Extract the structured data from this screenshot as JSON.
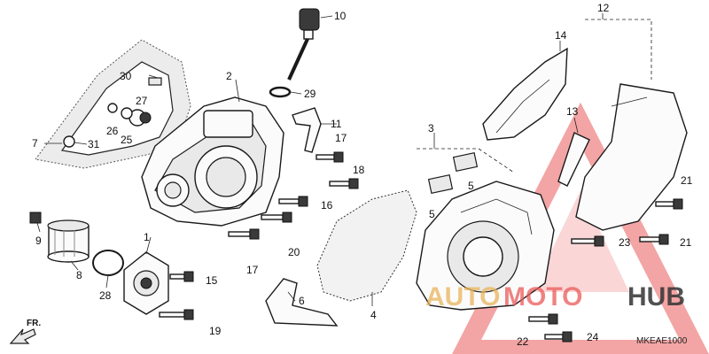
{
  "callouts": {
    "n1": "1",
    "n2": "2",
    "n3": "3",
    "n4": "4",
    "n5a": "5",
    "n5b": "5",
    "n6": "6",
    "n7": "7",
    "n8": "8",
    "n9": "9",
    "n10": "10",
    "n11": "11",
    "n12": "12",
    "n13": "13",
    "n14": "14",
    "n15": "15",
    "n16": "16",
    "n17a": "17",
    "n17b": "17",
    "n18": "18",
    "n19": "19",
    "n20": "20",
    "n21a": "21",
    "n21b": "21",
    "n22": "22",
    "n23": "23",
    "n24": "24",
    "n25": "25",
    "n26": "26",
    "n27": "27",
    "n28": "28",
    "n29": "29",
    "n30": "30",
    "n31": "31"
  },
  "direction_label": "FR.",
  "diagram_code": "MKEAE1000",
  "watermark": {
    "part1": "AUTO",
    "part2": "MOTO",
    "part3": "HUB"
  },
  "colors": {
    "watermark_red": "#ea5a5a",
    "watermark_orange": "#e8b35a",
    "line": "#1a1a1a"
  }
}
